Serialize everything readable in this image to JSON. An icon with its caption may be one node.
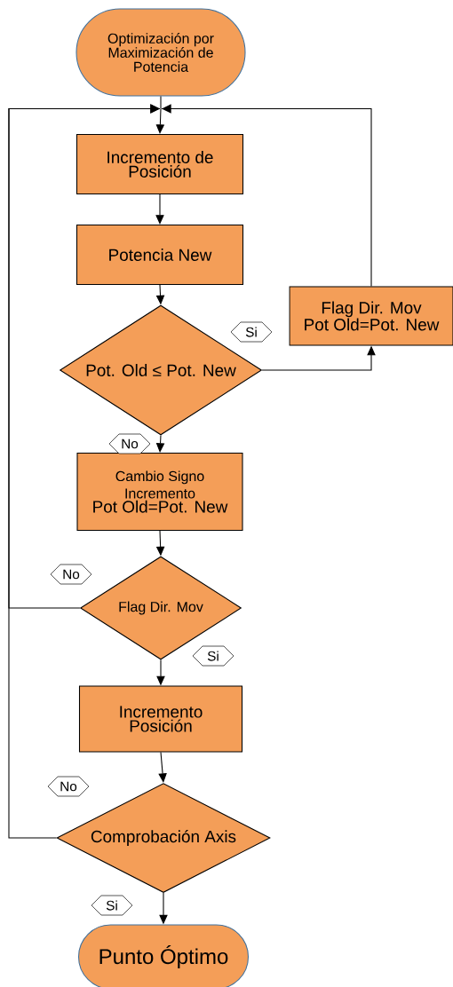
{
  "diagram": {
    "nodes": [
      {
        "text": [
          "Optimización por Maximización de Potencia"
        ]
      },
      {
        "text": [
          "Incremento de Posición"
        ]
      },
      {
        "text": [
          "Potencia New"
        ]
      },
      {
        "text": [
          "Pot. Old ≤ Pot. New"
        ]
      },
      {
        "text": [
          "Flag Dir. Mov",
          "Pot Old=Pot. New"
        ]
      },
      {
        "text": [
          "Cambio Signo Incremento",
          "Pot Old=Pot. New"
        ]
      },
      {
        "text": [
          "Flag Dir. Mov"
        ]
      },
      {
        "text": [
          "Incremento Posición"
        ]
      },
      {
        "text": [
          "Comprobación Axis"
        ]
      },
      {
        "text": [
          "Punto Óptimo"
        ]
      }
    ],
    "edges": [
      {
        "from": 0,
        "to": 1,
        "arrow": "to"
      },
      {
        "from": 1,
        "to": 2,
        "arrow": "to"
      },
      {
        "from": 2,
        "to": 3,
        "arrow": "to"
      },
      {
        "from": 3,
        "to": 4,
        "arrow": "to",
        "label": "Si"
      },
      {
        "from": 3,
        "to": 5,
        "arrow": "to",
        "label": "No"
      },
      {
        "from": 4,
        "to": 1,
        "arrow": "to"
      },
      {
        "from": 5,
        "to": 6,
        "arrow": "to"
      },
      {
        "from": 6,
        "to": 1,
        "arrow": "to",
        "label": "No"
      },
      {
        "from": 6,
        "to": 7,
        "arrow": "to",
        "label": "Si"
      },
      {
        "from": 7,
        "to": 8,
        "arrow": "to"
      },
      {
        "from": 8,
        "to": 1,
        "arrow": "to",
        "label": "No"
      },
      {
        "from": 8,
        "to": 9,
        "arrow": "to",
        "label": "Si"
      }
    ]
  }
}
